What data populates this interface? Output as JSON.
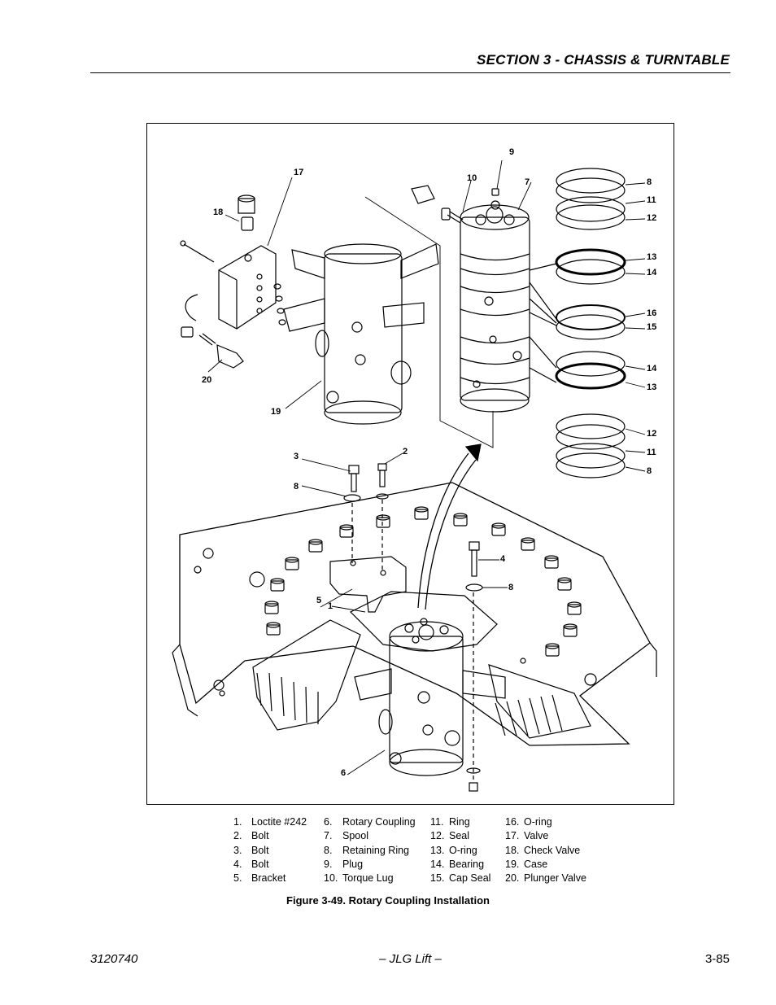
{
  "header": {
    "section_title": "SECTION 3 - CHASSIS & TURNTABLE"
  },
  "figure": {
    "callouts": {
      "c1": "1",
      "c2": "2",
      "c3": "3",
      "c4": "4",
      "c5": "5",
      "c6": "6",
      "c7": "7",
      "c8a": "8",
      "c8b": "8",
      "c8c": "8",
      "c8d": "8",
      "c9": "9",
      "c10": "10",
      "c11a": "11",
      "c11b": "11",
      "c12a": "12",
      "c12b": "12",
      "c13a": "13",
      "c13b": "13",
      "c14a": "14",
      "c14b": "14",
      "c15": "15",
      "c16": "16",
      "c17": "17",
      "c18": "18",
      "c19": "19",
      "c20": "20"
    },
    "legend": [
      [
        {
          "num": "1.",
          "label": "Loctite #242"
        },
        {
          "num": "2.",
          "label": "Bolt"
        },
        {
          "num": "3.",
          "label": "Bolt"
        },
        {
          "num": "4.",
          "label": "Bolt"
        },
        {
          "num": "5.",
          "label": "Bracket"
        }
      ],
      [
        {
          "num": "6.",
          "label": "Rotary Coupling"
        },
        {
          "num": "7.",
          "label": "Spool"
        },
        {
          "num": "8.",
          "label": "Retaining Ring"
        },
        {
          "num": "9.",
          "label": "Plug"
        },
        {
          "num": "10.",
          "label": "Torque Lug"
        }
      ],
      [
        {
          "num": "11.",
          "label": "Ring"
        },
        {
          "num": "12.",
          "label": "Seal"
        },
        {
          "num": "13.",
          "label": "O-ring"
        },
        {
          "num": "14.",
          "label": "Bearing"
        },
        {
          "num": "15.",
          "label": "Cap Seal"
        }
      ],
      [
        {
          "num": "16.",
          "label": "O-ring"
        },
        {
          "num": "17.",
          "label": "Valve"
        },
        {
          "num": "18.",
          "label": "Check Valve"
        },
        {
          "num": "19.",
          "label": "Case"
        },
        {
          "num": "20.",
          "label": "Plunger Valve"
        }
      ]
    ],
    "caption": "Figure 3-49.  Rotary Coupling Installation"
  },
  "footer": {
    "doc_number": "3120740",
    "center": "– JLG Lift –",
    "page": "3-85"
  }
}
